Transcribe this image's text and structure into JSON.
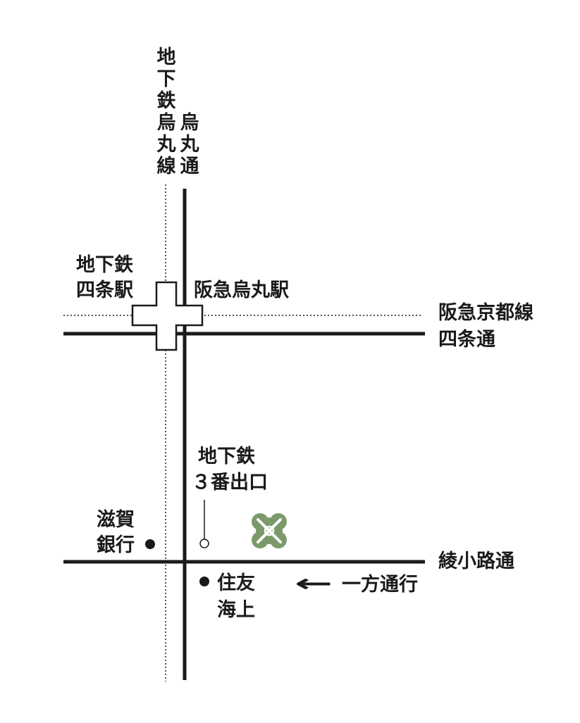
{
  "map": {
    "streets": {
      "karasuma_dori": "烏丸通",
      "shijo_dori": "四条通",
      "ayanokoji_dori": "綾小路通"
    },
    "rail_lines": {
      "subway_karasuma_line": "地下鉄烏丸線",
      "hankyu_kyoto_line": "阪急京都線"
    },
    "stations": {
      "subway_shijo_line1": "地下鉄",
      "subway_shijo_line2": "四条駅",
      "hankyu_karasuma": "阪急烏丸駅"
    },
    "exit": {
      "line1": "地下鉄",
      "line2": "３番出口"
    },
    "landmarks": {
      "shiga_bank_line1": "滋賀",
      "shiga_bank_line2": "銀行",
      "sumitomo_line1": "住友",
      "sumitomo_line2": "海上"
    },
    "one_way": {
      "arrow": "←",
      "label": "一方通行"
    },
    "colors": {
      "road": "#1a1a1a",
      "destination_marker": "#7a9a6a",
      "destination_marker_inner": "#ffffff"
    },
    "icons": {
      "destination": "clover-icon",
      "landmark_dot": "filled-dot-icon",
      "exit_dot": "hollow-dot-icon"
    }
  }
}
